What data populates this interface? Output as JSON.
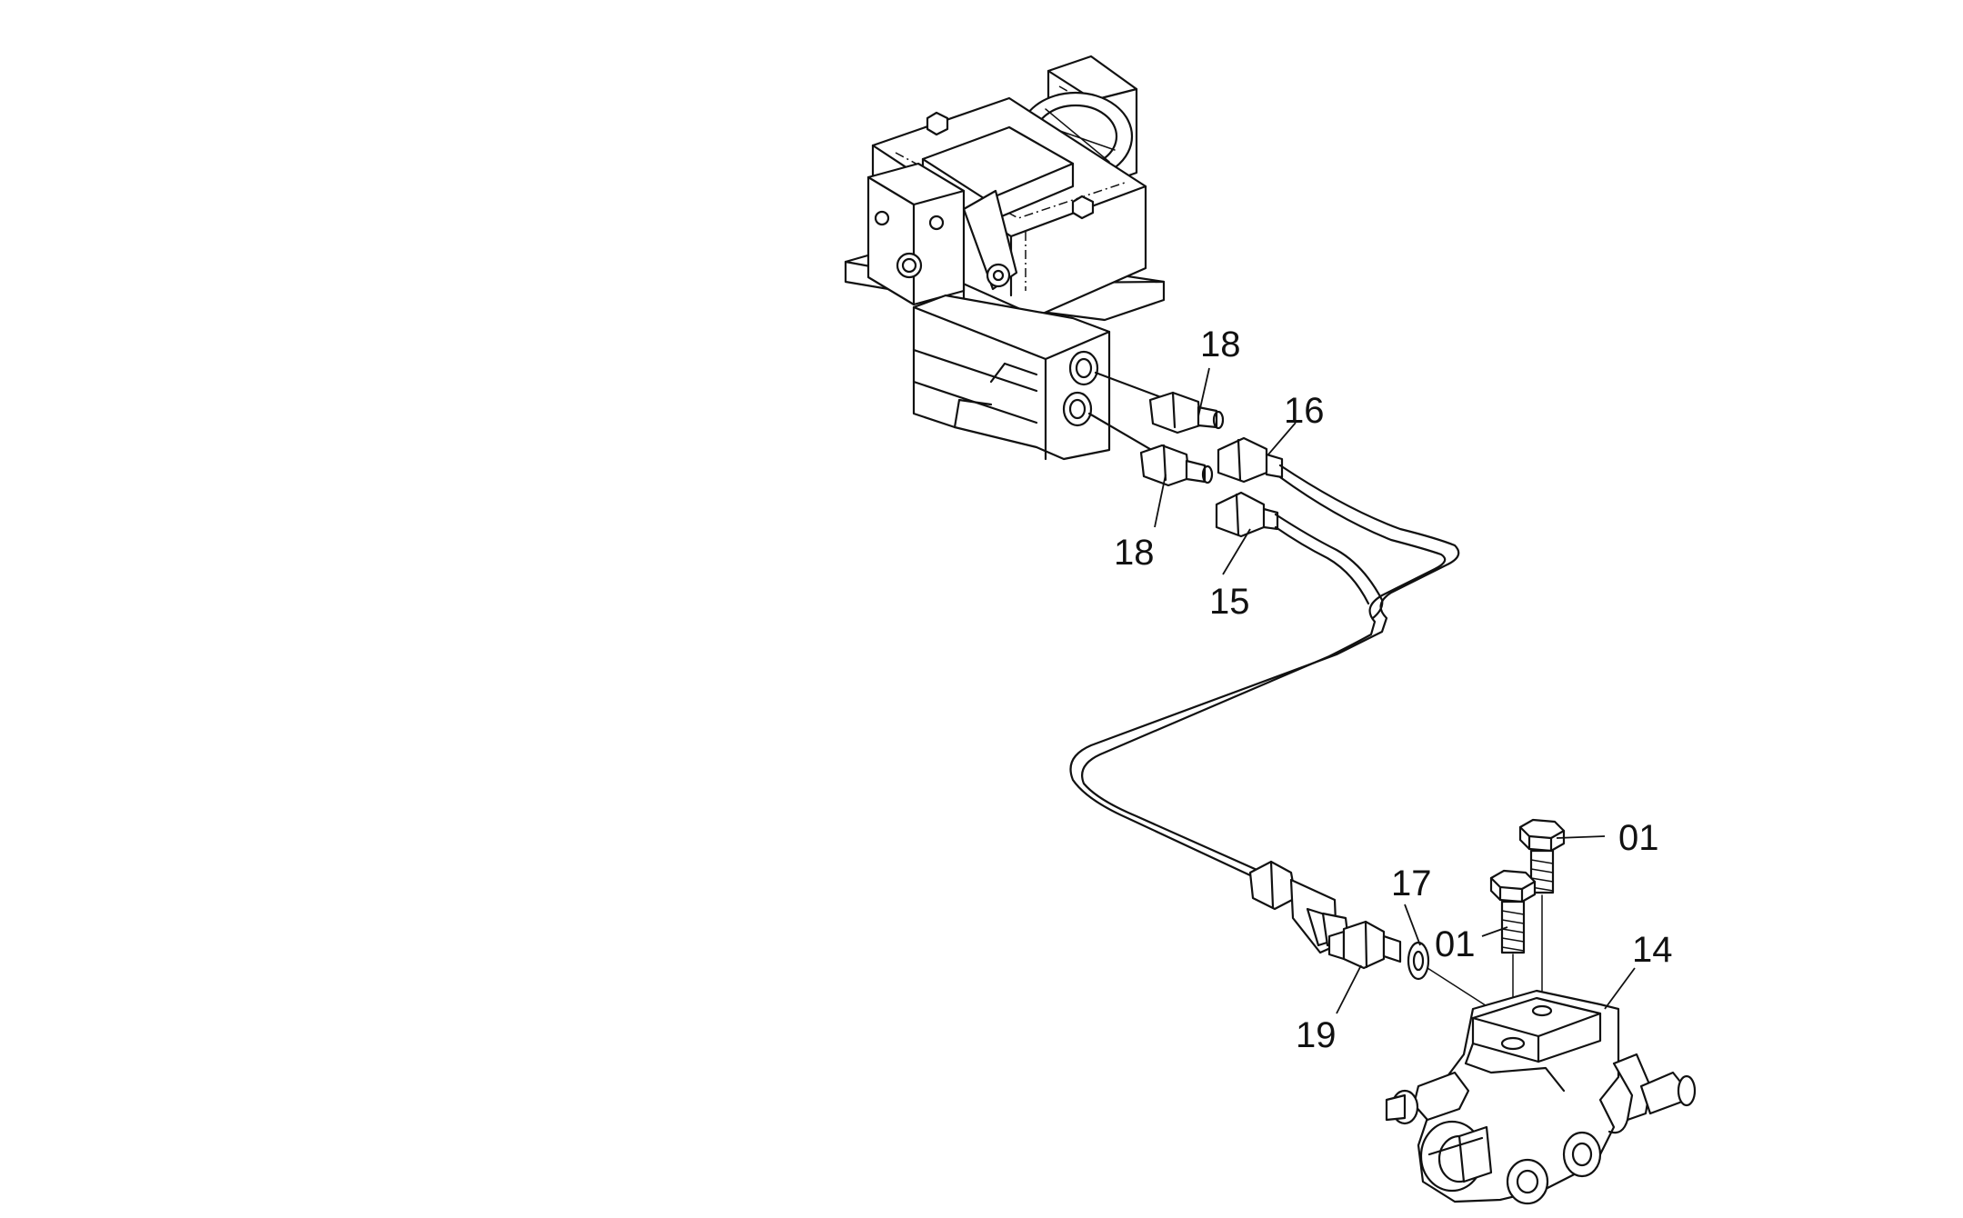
{
  "callouts": {
    "c01a": "01",
    "c01b": "01",
    "c14": "14",
    "c15": "15",
    "c16": "16",
    "c17": "17",
    "c18a": "18",
    "c18b": "18",
    "c19": "19"
  }
}
